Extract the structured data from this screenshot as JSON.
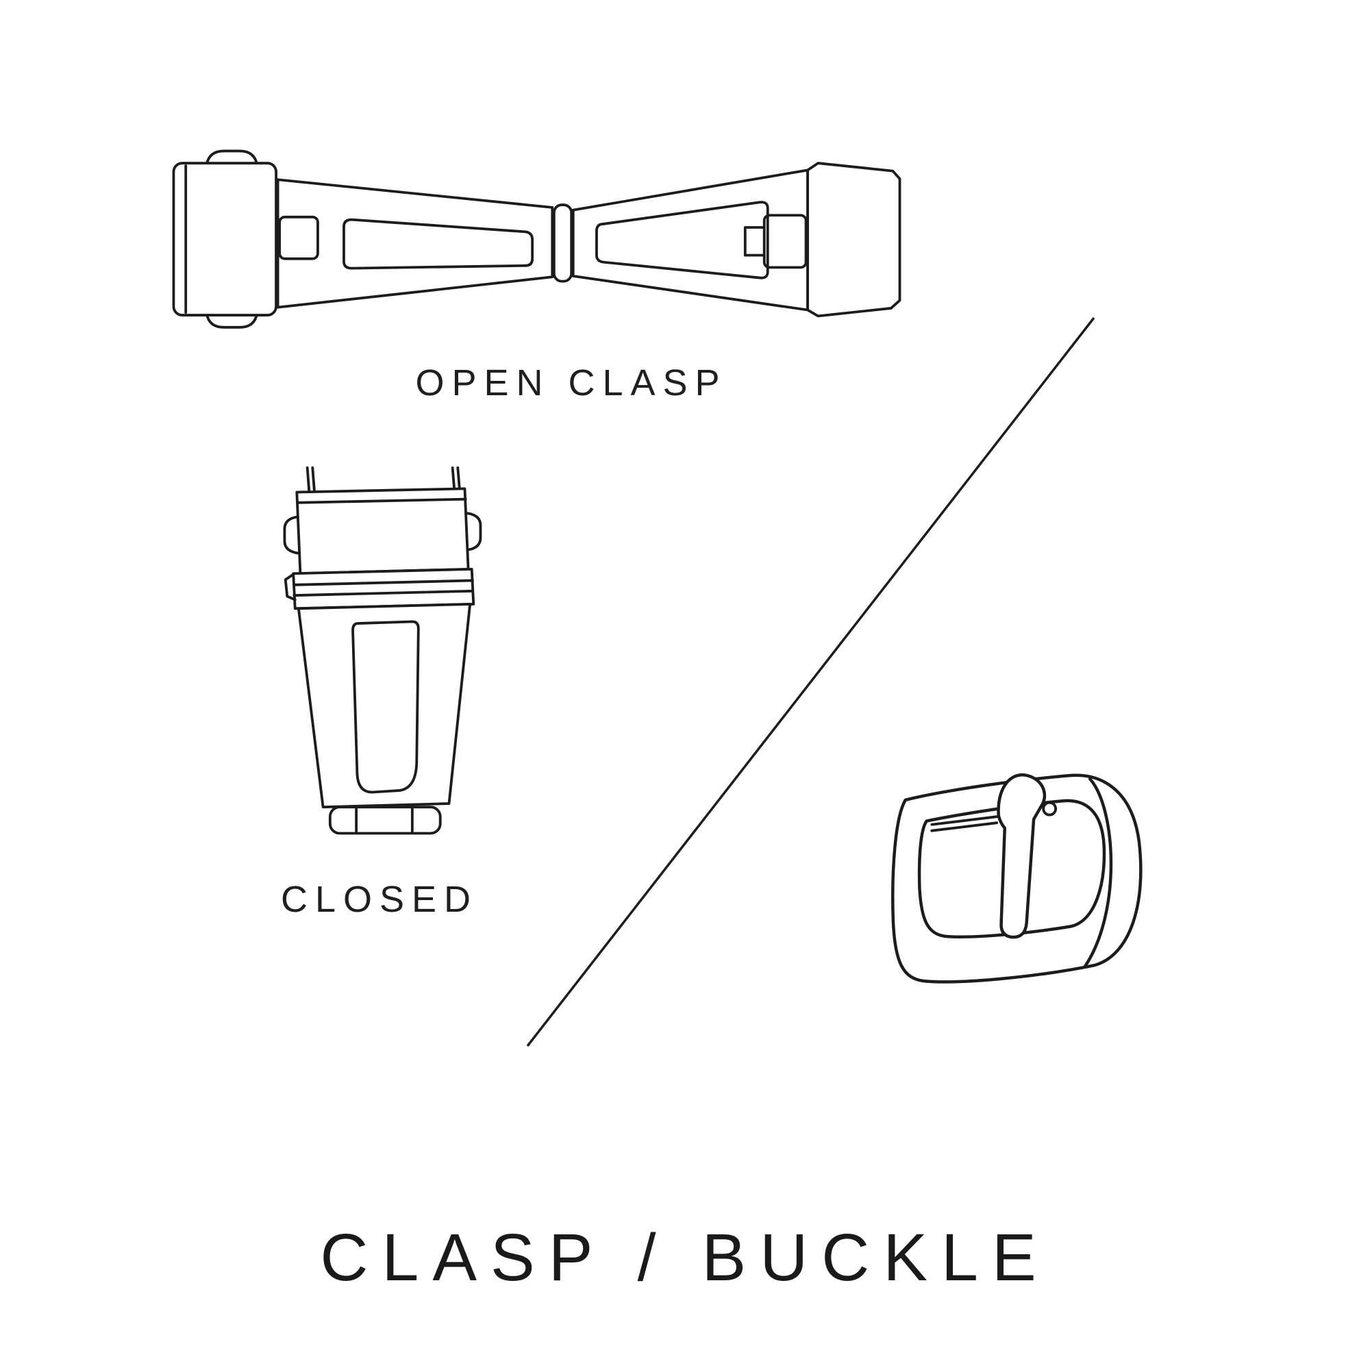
{
  "page": {
    "background_color": "#ffffff",
    "line_color": "#1c1c1c"
  },
  "labels": {
    "open_clasp": "OPEN CLASP",
    "closed": "CLOSED",
    "title": "CLASP / BUCKLE"
  },
  "figures": {
    "open_clasp_illustration": "watch deployant clasp shown open, line drawing",
    "closed_clasp_illustration": "watch clasp shown closed, line drawing",
    "buckle_illustration": "watch strap tang buckle, line drawing",
    "divider": "diagonal divider line"
  }
}
